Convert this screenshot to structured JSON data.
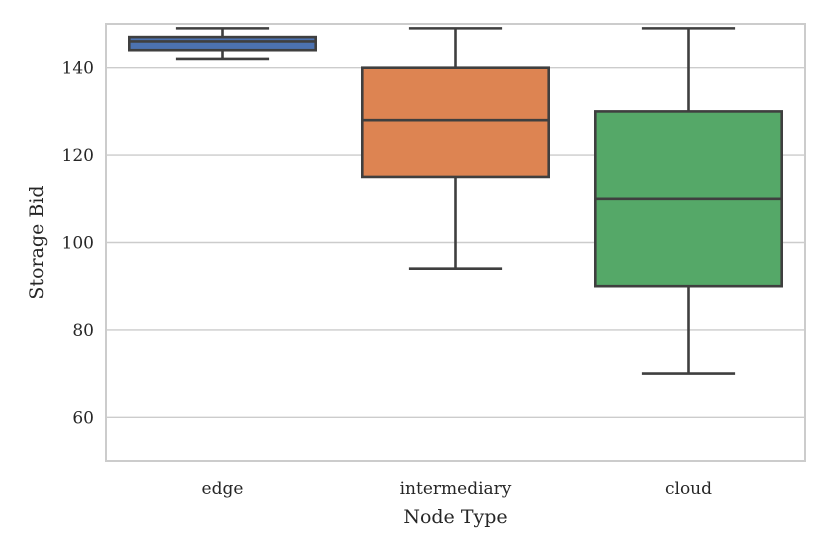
{
  "chart_data": {
    "type": "box",
    "xlabel": "Node Type",
    "ylabel": "Storage Bid",
    "ylim": [
      50,
      150
    ],
    "yticks": [
      60,
      80,
      100,
      120,
      140
    ],
    "grid": true,
    "categories": [
      "edge",
      "intermediary",
      "cloud"
    ],
    "boxes": [
      {
        "category": "edge",
        "whisker_low": 142,
        "q1": 144,
        "median": 146,
        "q3": 147,
        "whisker_high": 149,
        "color": "#4c72b0"
      },
      {
        "category": "intermediary",
        "whisker_low": 94,
        "q1": 115,
        "median": 128,
        "q3": 140,
        "whisker_high": 149,
        "color": "#dd8452"
      },
      {
        "category": "cloud",
        "whisker_low": 70,
        "q1": 90,
        "median": 110,
        "q3": 130,
        "whisker_high": 149,
        "color": "#55a868"
      }
    ]
  },
  "colors": {
    "grid": "#cccccc",
    "frame": "#cccccc",
    "box_edge": "#3f3f3f",
    "text": "#262626"
  }
}
